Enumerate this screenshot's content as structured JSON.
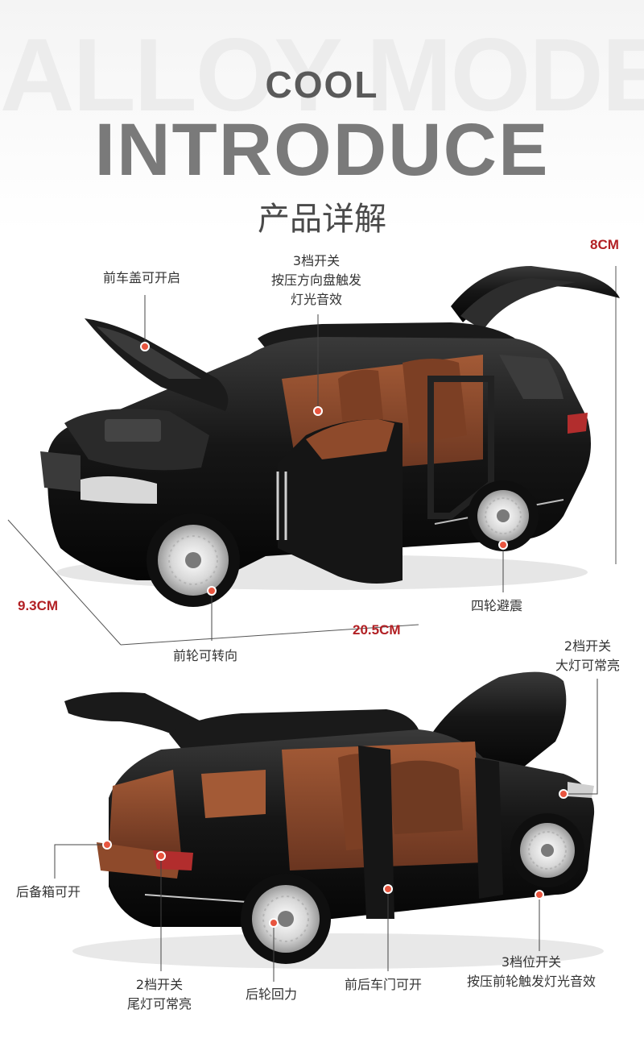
{
  "header": {
    "bg_word": "ALLOY MODEL",
    "cool": "COOL",
    "introduce": "INTRODUCE",
    "subtitle": "产品详解"
  },
  "dimensions": {
    "height": "8CM",
    "width": "9.3CM",
    "length": "20.5CM"
  },
  "top_car": {
    "hood": "前车盖可开启",
    "sound": [
      "3档开关",
      "按压方向盘触发",
      "灯光音效"
    ],
    "suspension": "四轮避震",
    "steering": "前轮可转向"
  },
  "bottom_car": {
    "headlight": [
      "2档开关",
      "大灯可常亮"
    ],
    "trunk": "后备箱可开",
    "taillight": [
      "2档开关",
      "尾灯可常亮"
    ],
    "pullback": "后轮回力",
    "doors": "前后车门可开",
    "wheel_sound": [
      "3档位开关",
      "按压前轮触发灯光音效"
    ]
  },
  "colors": {
    "car_body": "#141414",
    "interior": "#8a4a2c",
    "marker": "#e8553f",
    "dimension_text": "#b22024"
  }
}
